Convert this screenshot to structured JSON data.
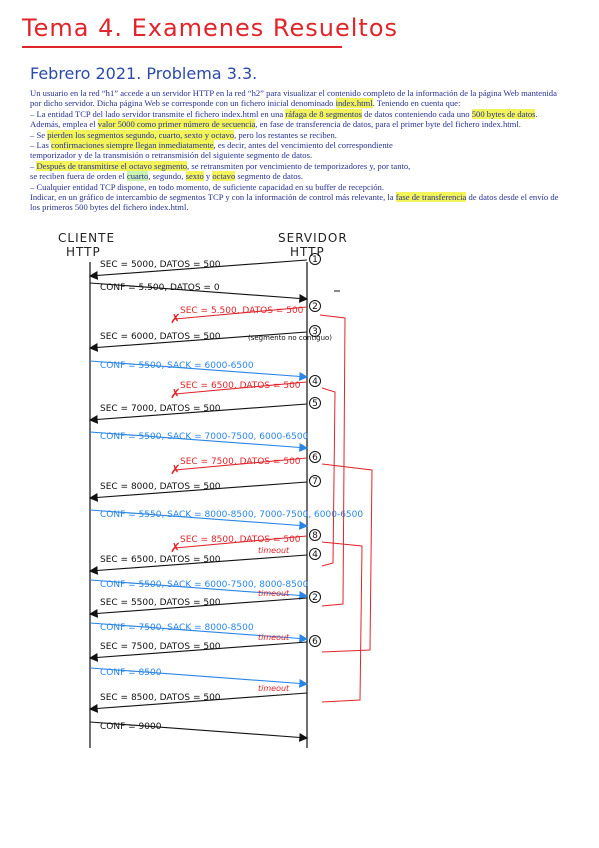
{
  "title": "Tema 4. Examenes Resueltos",
  "subtitle": "Febrero 2021. Problema 3.3.",
  "statement": {
    "lines": [
      [
        {
          "t": "Un usuario en la red “h1” accede a un servidor HTTP en la red “h2” para visualizar el contenido completo de la información de la página Web mantenida"
        }
      ],
      [
        {
          "t": "por dicho servidor. Dicha página Web se corresponde con un fichero inicial denominado "
        },
        {
          "t": "index.html",
          "h": "y"
        },
        {
          "t": ". Teniendo en cuenta que:"
        }
      ],
      [
        {
          "t": "– La entidad TCP del lado servidor transmite el fichero index.html en una "
        },
        {
          "t": "ráfaga de 8 segmentos",
          "h": "y"
        },
        {
          "t": " de datos conteniendo cada uno "
        },
        {
          "t": "500 bytes de datos",
          "h": "y"
        },
        {
          "t": "."
        }
      ],
      [
        {
          "t": "Además, emplea el "
        },
        {
          "t": "valor 5000 como primer número de secuencia",
          "h": "y"
        },
        {
          "t": ", en fase de transferencia de datos, para el primer byte del fichero index.html."
        }
      ],
      [
        {
          "t": "– Se "
        },
        {
          "t": "pierden los segmentos segundo, cuarto, sexto y octavo",
          "h": "y"
        },
        {
          "t": ", pero los restantes se reciben."
        }
      ],
      [
        {
          "t": "– Las "
        },
        {
          "t": "confirmaciones siempre llegan inmediatamente",
          "h": "y"
        },
        {
          "t": ", es decir, antes del vencimiento del correspondiente"
        }
      ],
      [
        {
          "t": "temporizador y de la transmisión o retransmisión del siguiente segmento de datos."
        }
      ],
      [
        {
          "t": "– "
        },
        {
          "t": "Después de transmitirse el octavo segmento",
          "h": "y"
        },
        {
          "t": ", se retransmiten por vencimiento de temporizadores y, por tanto,"
        }
      ],
      [
        {
          "t": "se reciben fuera de orden el "
        },
        {
          "t": "cuarto",
          "h": "g"
        },
        {
          "t": ", segundo, "
        },
        {
          "t": "sexto",
          "h": "y"
        },
        {
          "t": " y "
        },
        {
          "t": "octavo",
          "h": "y"
        },
        {
          "t": " segmento de datos."
        }
      ],
      [
        {
          "t": "– Cualquier entidad TCP dispone, en todo momento, de suficiente capacidad en su buffer de recepción."
        }
      ],
      [
        {
          "t": "Indicar, en un gráfico de intercambio de segmentos TCP y con la información de control más relevante, la "
        },
        {
          "t": "fase de transferencia",
          "h": "y"
        },
        {
          "t": " de datos desde el envío de"
        }
      ],
      [
        {
          "t": "los primeros 500 bytes del fichero index.html."
        }
      ]
    ]
  },
  "diagram": {
    "client_label": [
      "CLIENTE",
      "HTTP"
    ],
    "server_label": [
      "SERVIDOR",
      "HTTP"
    ],
    "colors": {
      "ink": "#111111",
      "ack": "#2a86e6",
      "lost": "#e0252b"
    },
    "messages": [
      {
        "label": "SEC = 5000, DATOS = 500",
        "dir": "left",
        "color": "ink",
        "seg": "1"
      },
      {
        "label": "CONF = 5.500, DATOS = 0",
        "dir": "right-to-left-ack",
        "color": "ink"
      },
      {
        "label": "SEC = 5.500, DATOS = 500",
        "dir": "lost",
        "color": "lost",
        "seg": "2"
      },
      {
        "label": "SEC = 6000, DATOS = 500",
        "dir": "left",
        "color": "ink",
        "seg": "3",
        "note": "(segmento no contiguo)"
      },
      {
        "label": "CONF = 5500, SACK = 6000-6500",
        "dir": "right",
        "color": "ack"
      },
      {
        "label": "SEC = 6500, DATOS = 500",
        "dir": "lost",
        "color": "lost",
        "seg": "4"
      },
      {
        "label": "SEC = 7000, DATOS = 500",
        "dir": "left",
        "color": "ink",
        "seg": "5"
      },
      {
        "label": "CONF = 5500, SACK = 7000-7500, 6000-6500",
        "dir": "right",
        "color": "ack"
      },
      {
        "label": "SEC = 7500, DATOS = 500",
        "dir": "lost",
        "color": "lost",
        "seg": "6"
      },
      {
        "label": "SEC = 8000, DATOS = 500",
        "dir": "left",
        "color": "ink",
        "seg": "7"
      },
      {
        "label": "CONF = 5550, SACK = 8000-8500, 7000-7500, 6000-6500",
        "dir": "right",
        "color": "ack"
      },
      {
        "label": "SEC = 8500, DATOS = 500",
        "dir": "lost",
        "color": "lost",
        "seg": "8"
      },
      {
        "label": "SEC = 6500, DATOS = 500",
        "dir": "left",
        "color": "ink",
        "seg": "4",
        "timeout": "timeout"
      },
      {
        "label": "CONF = 5500, SACK = 6000-7500, 8000-8500",
        "dir": "right",
        "color": "ack"
      },
      {
        "label": "SEC = 5500, DATOS = 500",
        "dir": "left",
        "color": "ink",
        "seg": "2",
        "timeout": "timeout"
      },
      {
        "label": "CONF = 7500, SACK = 8000-8500",
        "dir": "right",
        "color": "ack"
      },
      {
        "label": "SEC = 7500, DATOS = 500",
        "dir": "left",
        "color": "ink",
        "seg": "6",
        "timeout": "timeout"
      },
      {
        "label": "CONF = 8500",
        "dir": "right",
        "color": "ack"
      },
      {
        "label": "SEC = 8500, DATOS = 500",
        "dir": "left",
        "color": "ink",
        "timeout": "timeout"
      },
      {
        "label": "CONF = 9000",
        "dir": "right",
        "color": "ink"
      }
    ]
  }
}
